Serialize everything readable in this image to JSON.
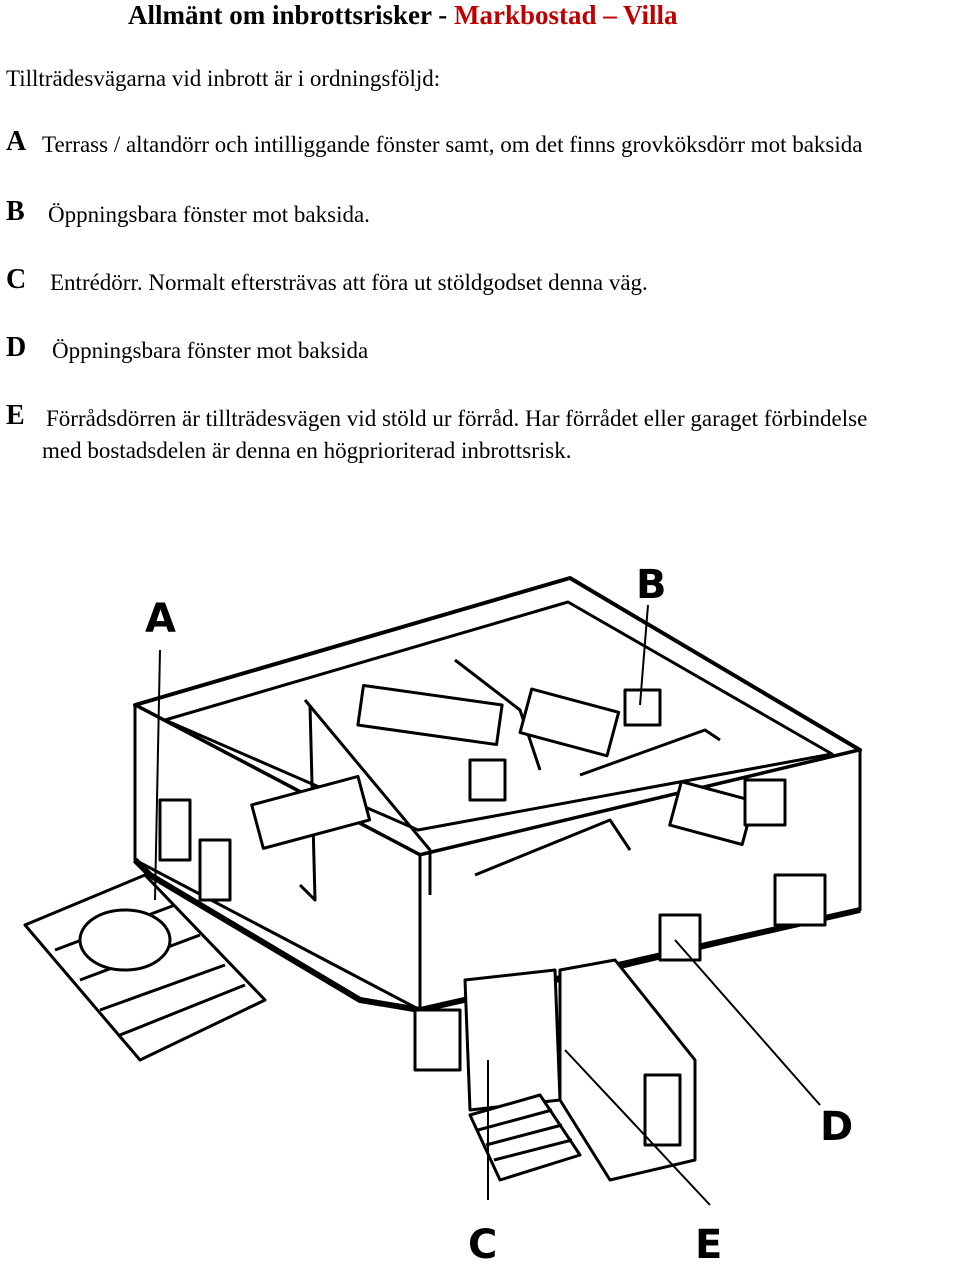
{
  "header": {
    "title_main": "Allmänt om inbrottsrisker",
    "title_sep": "-",
    "title_sub": "Markbostad – Villa",
    "accent_color": "#c00000"
  },
  "intro": "Tillträdesvägarna vid inbrott är i ordningsföljd:",
  "items": [
    {
      "letter": "A",
      "text": "Terrass / altandörr och intilliggande fönster samt, om det finns grovköksdörr mot baksida"
    },
    {
      "letter": "B",
      "text": "Öppningsbara fönster mot baksida."
    },
    {
      "letter": "C",
      "text": "Entrédörr. Normalt eftersträvas att föra ut stöldgodset denna väg."
    },
    {
      "letter": "D",
      "text": "Öppningsbara fönster mot baksida"
    },
    {
      "letter": "E",
      "text_line1": "Förrådsdörren är tillträdesvägen vid stöld ur förråd. Har förrådet eller garaget förbindelse",
      "text_line2": "med bostadsdelen är denna en högprioriterad inbrottsrisk."
    }
  ],
  "figure": {
    "labels": [
      "A",
      "B",
      "C",
      "D",
      "E"
    ]
  }
}
